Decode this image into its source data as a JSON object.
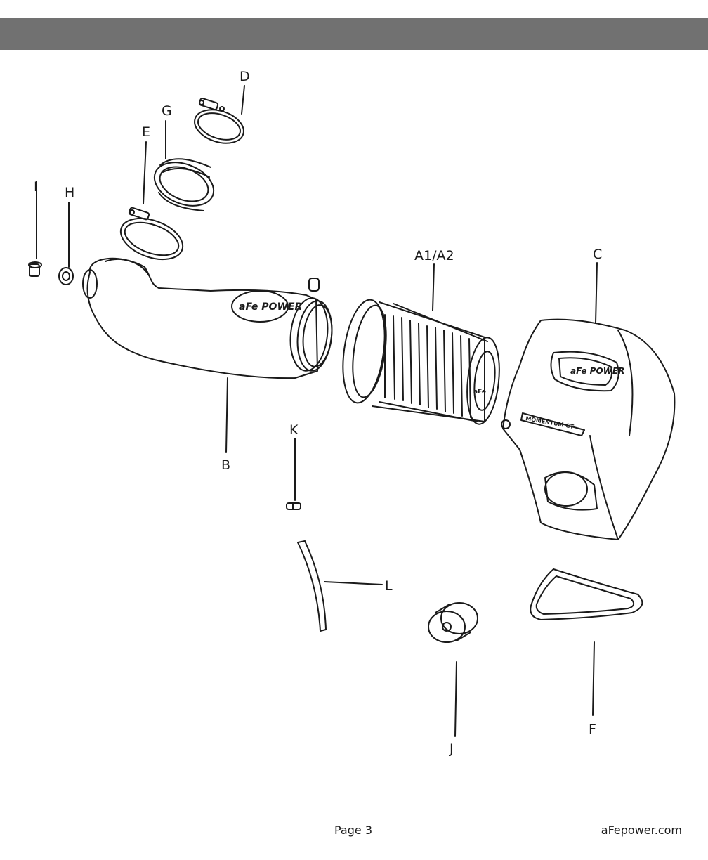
{
  "callouts": {
    "a": "A1/A2",
    "b": "B",
    "c": "C",
    "d": "D",
    "e": "E",
    "f": "F",
    "g": "G",
    "h": "H",
    "i": "I",
    "j": "J",
    "k": "K",
    "l": "L"
  },
  "logo": {
    "tube": "aFe POWER",
    "housing": "aFe POWER",
    "housing_badge": "MOMENTUM GT",
    "filter_cap": "aFe"
  },
  "footer": {
    "page": "Page 3",
    "website": "aFepower.com"
  }
}
